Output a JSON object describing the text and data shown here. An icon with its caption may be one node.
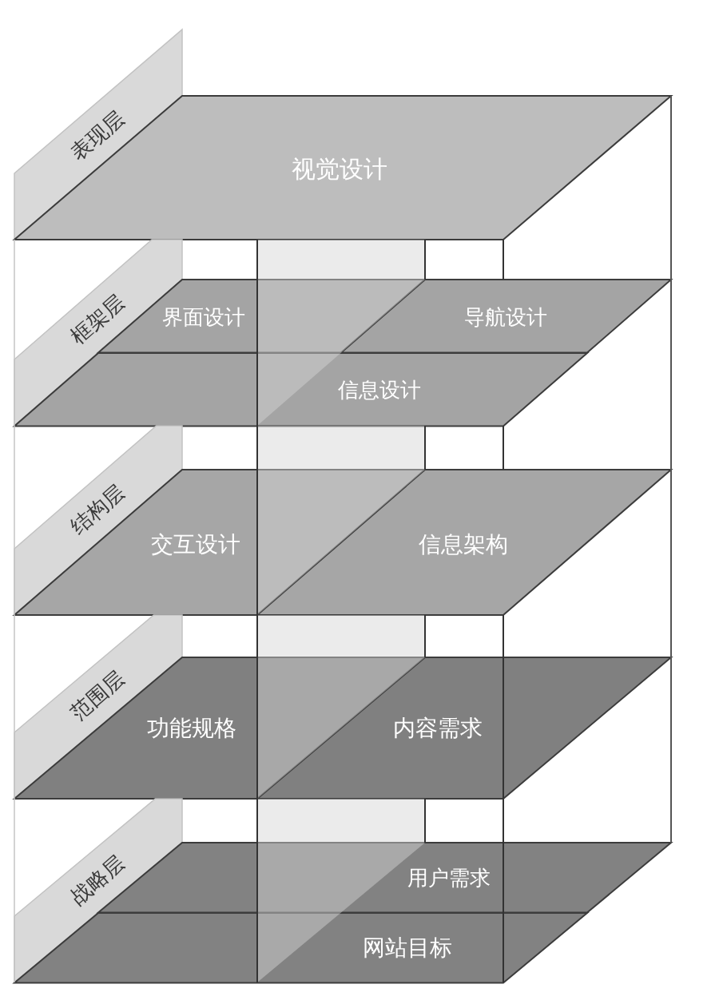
{
  "diagram": {
    "nodes": [
      {
        "text": [
          "表现层"
        ]
      },
      {
        "text": [
          "视觉设计"
        ]
      },
      {
        "text": [
          "框架层"
        ]
      },
      {
        "text": [
          "界面设计"
        ]
      },
      {
        "text": [
          "导航设计"
        ]
      },
      {
        "text": [
          "信息设计"
        ]
      },
      {
        "text": [
          "结构层"
        ]
      },
      {
        "text": [
          "交互设计"
        ]
      },
      {
        "text": [
          "信息架构"
        ]
      },
      {
        "text": [
          "范围层"
        ]
      },
      {
        "text": [
          "功能规格"
        ]
      },
      {
        "text": [
          "内容需求"
        ]
      },
      {
        "text": [
          "战略层"
        ]
      },
      {
        "text": [
          "用户需求"
        ]
      },
      {
        "text": [
          "网站目标"
        ]
      }
    ]
  }
}
